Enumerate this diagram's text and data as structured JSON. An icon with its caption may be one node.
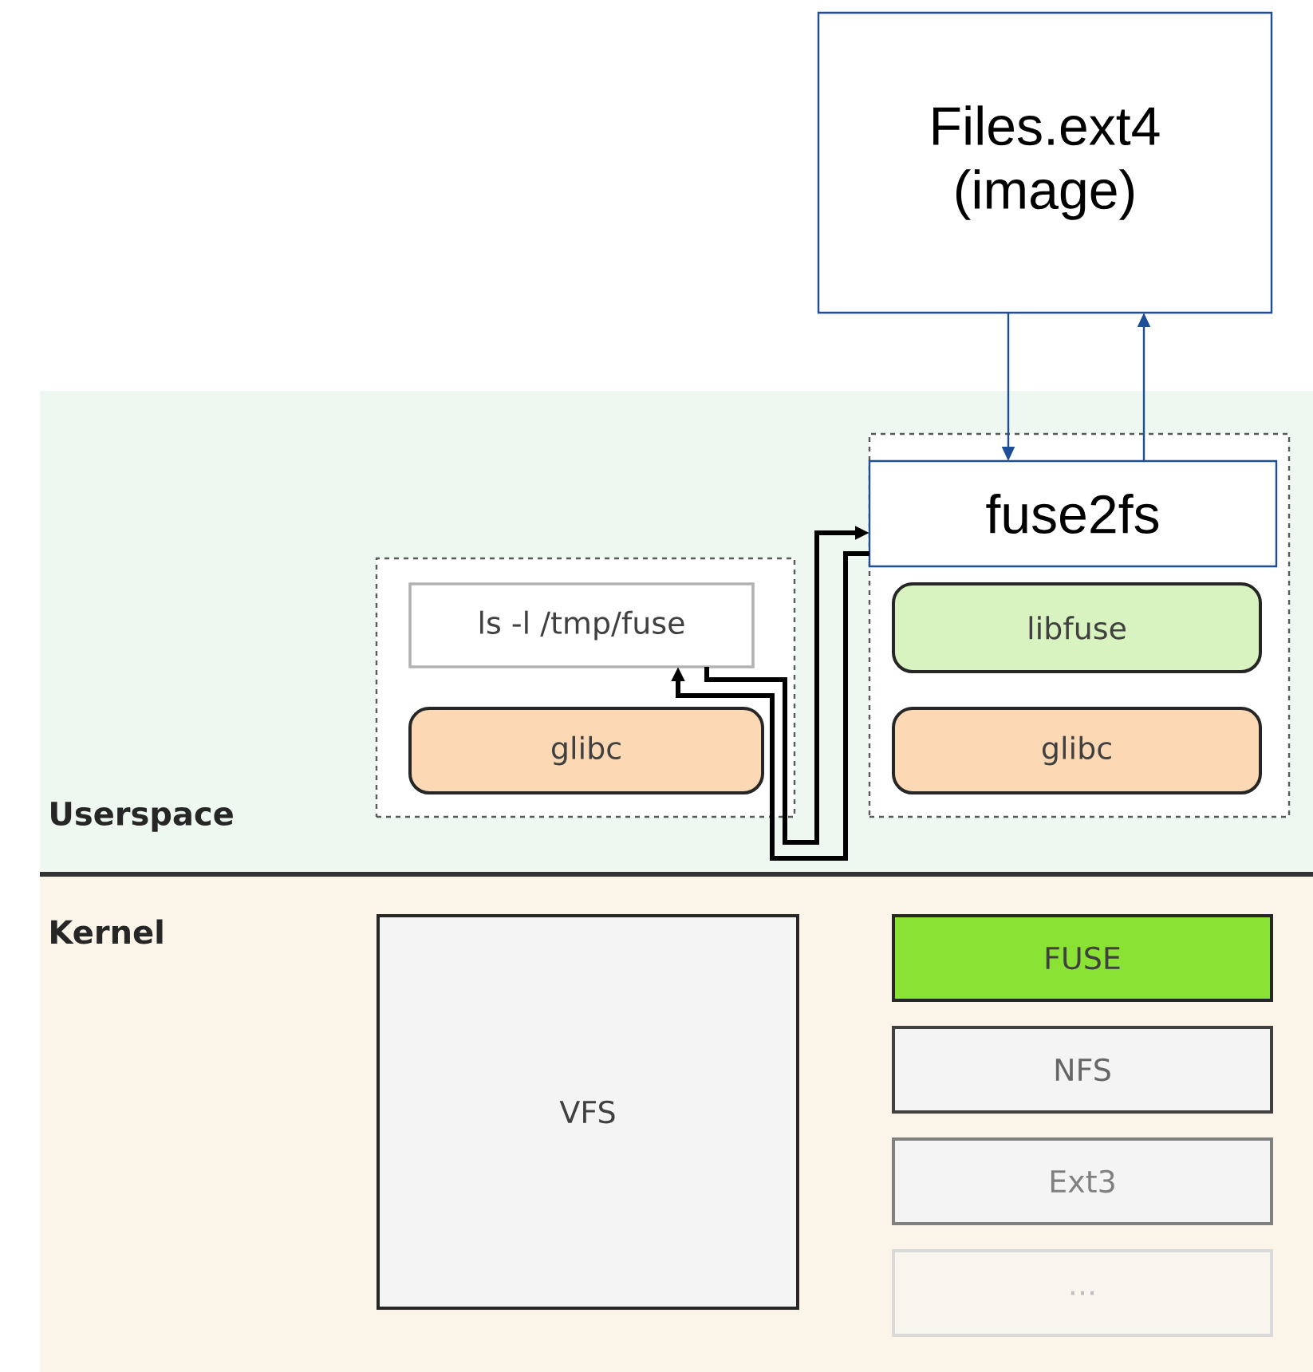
{
  "diagram": {
    "nodes": [
      {
        "text": [
          "Files.ext4 (image)"
        ]
      },
      {
        "text": [],
        "shape": "box"
      },
      {
        "text": [
          "ls -l /tmp/fuse"
        ],
        "in": 1
      },
      {
        "text": [
          "glibc"
        ],
        "in": 1
      },
      {
        "text": [],
        "shape": "box"
      },
      {
        "text": [
          "fuse2fs"
        ],
        "in": 4
      },
      {
        "text": [
          "libfuse"
        ],
        "in": 4
      },
      {
        "text": [
          "glibc"
        ],
        "in": 4
      },
      {
        "text": [
          "VFS"
        ]
      },
      {
        "text": [
          "FUSE"
        ]
      },
      {
        "text": [
          "NFS"
        ]
      },
      {
        "text": [
          "Ext3"
        ]
      },
      {
        "text": [
          "..."
        ]
      }
    ],
    "edges": [
      {
        "from": 0,
        "to": 5,
        "arrow": "to",
        "color": "#1f4e99"
      },
      {
        "from": 5,
        "to": 0,
        "arrow": "to",
        "color": "#1f4e99"
      },
      {
        "from": 2,
        "to": 5,
        "arrow": "to",
        "style": "thick",
        "color": "#000000"
      },
      {
        "from": 5,
        "to": 2,
        "arrow": "to",
        "style": "thick",
        "color": "#000000"
      }
    ],
    "labels": [
      "Userspace",
      "Kernel"
    ]
  }
}
